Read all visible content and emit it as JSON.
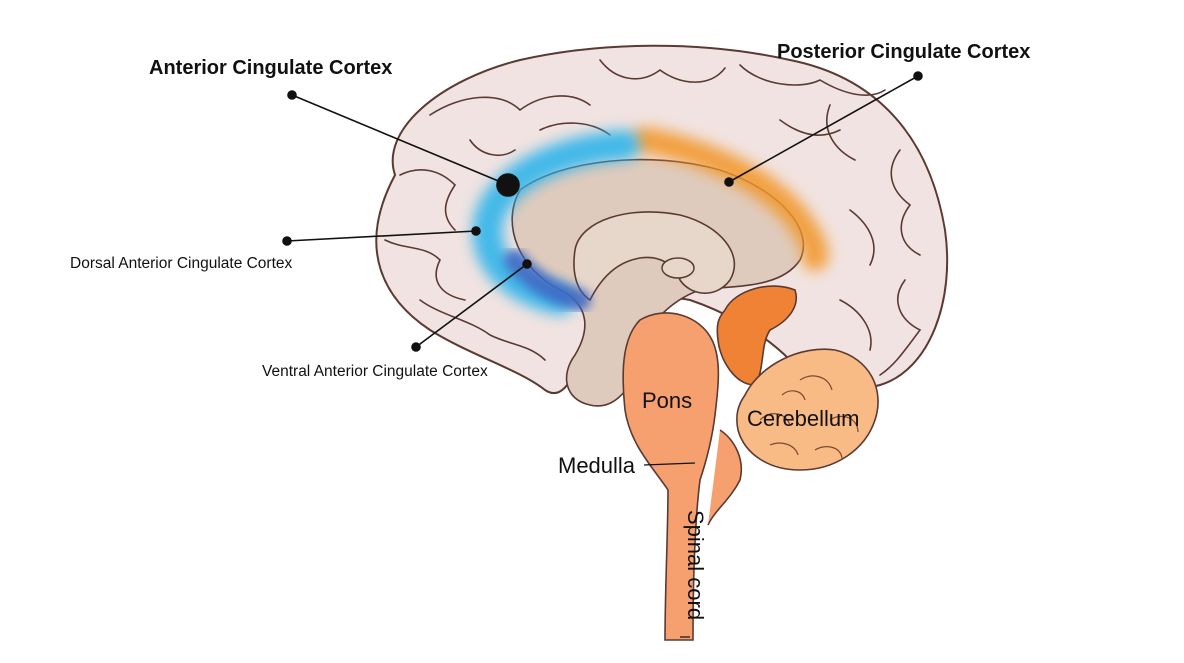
{
  "labels": {
    "acc": "Anterior Cingulate Cortex",
    "pcc": "Posterior Cingulate Cortex",
    "dacc": "Dorsal Anterior Cingulate Cortex",
    "vacc": "Ventral Anterior Cingulate Cortex",
    "pons": "Pons",
    "cerebellum": "Cerebellum",
    "medulla": "Medulla",
    "spinal_cord": "Spinal cord"
  },
  "colors": {
    "cortex": "#f1e3e1",
    "outline": "#5a3a32",
    "inner": "#dfcbbd",
    "acc_highlight": "#29b3ea",
    "vacc_highlight": "#3a64c2",
    "pcc_highlight": "#f2972a",
    "brainstem": "#f6a070",
    "cerebellum": "#f9bb86",
    "midbrain": "#f08235"
  }
}
